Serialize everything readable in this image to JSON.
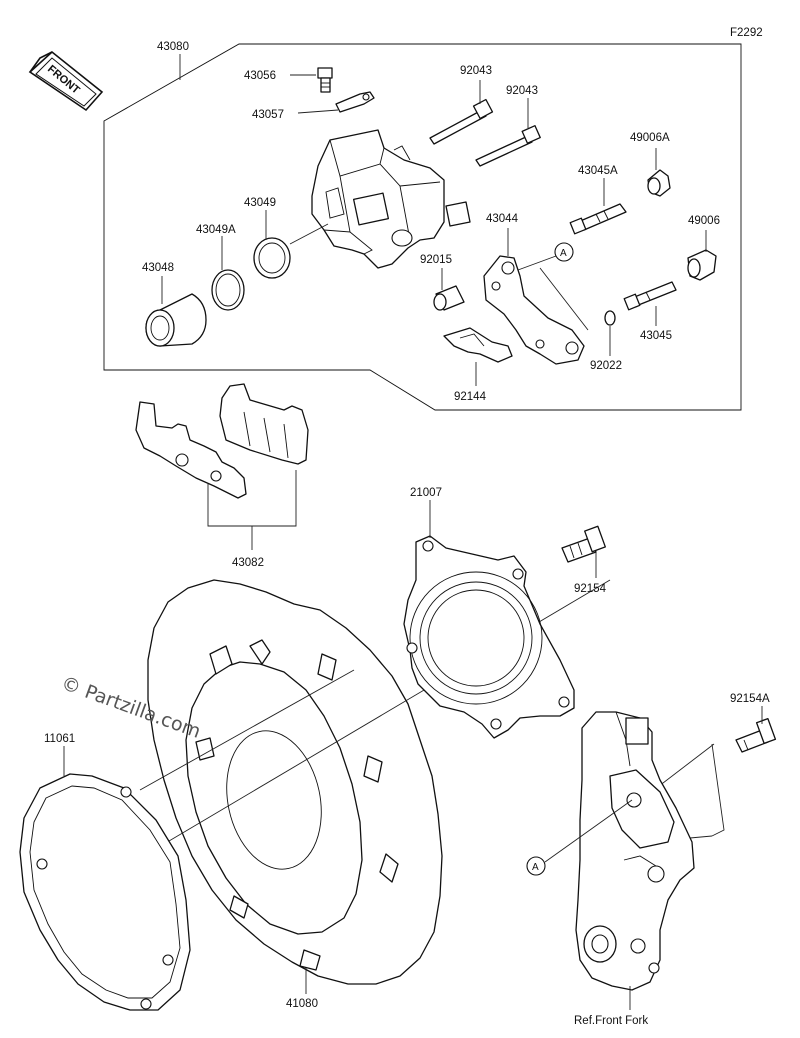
{
  "figure_code": "F2292",
  "front_label": "FRONT",
  "watermark": "© Partzilla.com",
  "ref_label": "Ref.Front Fork",
  "callout_letter": "A",
  "parts": {
    "p43080": "43080",
    "p43056": "43056",
    "p43057": "43057",
    "p92043a": "92043",
    "p92043b": "92043",
    "p49006A": "49006A",
    "p43045A": "43045A",
    "p43044": "43044",
    "p49006": "49006",
    "p43049": "43049",
    "p43049A": "43049A",
    "p43048": "43048",
    "p92015": "92015",
    "p92022": "92022",
    "p43045": "43045",
    "p92144": "92144",
    "p43082": "43082",
    "p21007": "21007",
    "p92154": "92154",
    "p92154A": "92154A",
    "p11061": "11061",
    "p41080": "41080"
  }
}
